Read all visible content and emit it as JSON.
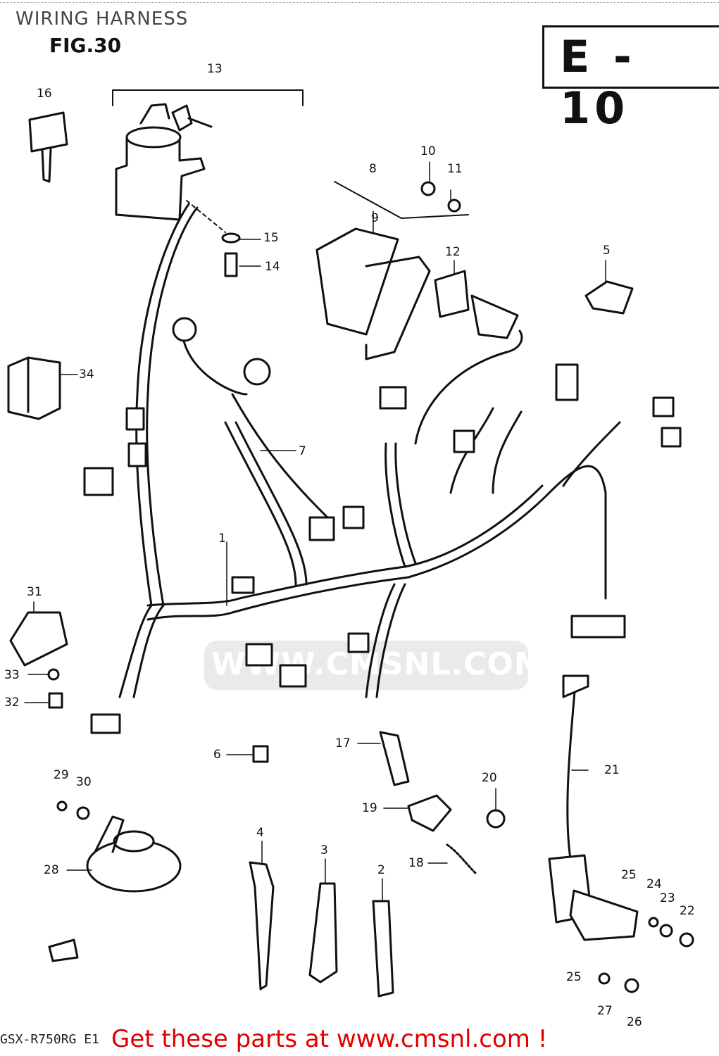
{
  "header": {
    "title": "WIRING HARNESS",
    "figure": "FIG.30",
    "section": "E - 10"
  },
  "watermark": "WWW.CMSNL.COM",
  "footer": {
    "drawing_code": "GSX-R750RG E1",
    "cta": "Get these parts at www.cmsnl.com !"
  },
  "parts": [
    {
      "id": "1",
      "label": "1"
    },
    {
      "id": "2",
      "label": "2"
    },
    {
      "id": "3",
      "label": "3"
    },
    {
      "id": "4",
      "label": "4"
    },
    {
      "id": "5",
      "label": "5"
    },
    {
      "id": "6",
      "label": "6"
    },
    {
      "id": "7",
      "label": "7"
    },
    {
      "id": "8",
      "label": "8"
    },
    {
      "id": "9",
      "label": "9"
    },
    {
      "id": "10",
      "label": "10"
    },
    {
      "id": "11",
      "label": "11"
    },
    {
      "id": "12",
      "label": "12"
    },
    {
      "id": "13",
      "label": "13"
    },
    {
      "id": "14",
      "label": "14"
    },
    {
      "id": "15",
      "label": "15"
    },
    {
      "id": "16",
      "label": "16"
    },
    {
      "id": "17",
      "label": "17"
    },
    {
      "id": "18",
      "label": "18"
    },
    {
      "id": "19",
      "label": "19"
    },
    {
      "id": "20",
      "label": "20"
    },
    {
      "id": "21",
      "label": "21"
    },
    {
      "id": "22",
      "label": "22"
    },
    {
      "id": "23",
      "label": "23"
    },
    {
      "id": "24",
      "label": "24"
    },
    {
      "id": "25a",
      "label": "25"
    },
    {
      "id": "25b",
      "label": "25"
    },
    {
      "id": "26",
      "label": "26"
    },
    {
      "id": "27",
      "label": "27"
    },
    {
      "id": "28",
      "label": "28"
    },
    {
      "id": "29",
      "label": "29"
    },
    {
      "id": "30",
      "label": "30"
    },
    {
      "id": "31",
      "label": "31"
    },
    {
      "id": "32",
      "label": "32"
    },
    {
      "id": "33",
      "label": "33"
    },
    {
      "id": "34",
      "label": "34"
    }
  ]
}
